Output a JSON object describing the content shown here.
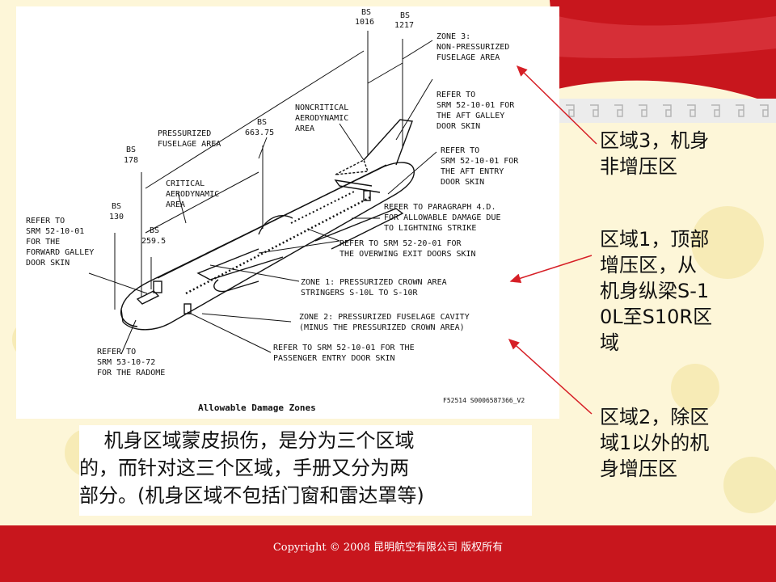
{
  "diagram": {
    "title": "Allowable Damage Zones",
    "figure_id": "F52514 S0006587366_V2",
    "labels": {
      "bs1016": [
        "BS",
        "1016"
      ],
      "bs1217": [
        "BS",
        "1217"
      ],
      "bs663": [
        "BS",
        "663.75"
      ],
      "bs178": [
        "BS",
        "178"
      ],
      "bs130": [
        "BS",
        "130"
      ],
      "bs259": [
        "BS",
        "259.5"
      ],
      "zone3": [
        "ZONE 3:",
        "NON-PRESSURIZED",
        "FUSELAGE AREA"
      ],
      "noncritical": [
        "NONCRITICAL",
        "AERODYNAMIC",
        "AREA"
      ],
      "pressurized": [
        "PRESSURIZED",
        "FUSELAGE AREA"
      ],
      "critical": [
        "CRITICAL",
        "AERODYNAMIC",
        "AREA"
      ],
      "aft_galley": [
        "REFER TO",
        "SRM 52-10-01 FOR",
        "THE AFT GALLEY",
        "DOOR SKIN"
      ],
      "aft_entry": [
        "REFER TO",
        "SRM 52-10-01 FOR",
        "THE AFT ENTRY",
        "DOOR SKIN"
      ],
      "lightning": [
        "REFER TO PARAGRAPH 4.D.",
        "FOR ALLOWABLE DAMAGE DUE",
        "TO LIGHTNING STRIKE"
      ],
      "overwing": [
        "REFER TO SRM 52-20-01 FOR",
        "THE OVERWING EXIT DOORS SKIN"
      ],
      "zone1": [
        "ZONE 1:  PRESSURIZED CROWN AREA",
        "STRINGERS S-10L TO S-10R"
      ],
      "zone2": [
        "ZONE 2:  PRESSURIZED FUSELAGE CAVITY",
        "(MINUS THE PRESSURIZED CROWN AREA)"
      ],
      "passenger": [
        "REFER TO SRM 52-10-01 FOR THE",
        "PASSENGER ENTRY DOOR SKIN"
      ],
      "fwd_galley": [
        "REFER TO",
        "SRM 52-10-01",
        "FOR THE",
        "FORWARD GALLEY",
        "DOOR SKIN"
      ],
      "radome": [
        "REFER TO",
        "SRM 53-10-72",
        "FOR THE RADOME"
      ]
    }
  },
  "callouts": {
    "zone3": "区域3，机身\n非增压区",
    "zone1": "区域1，顶部\n增压区，从\n机身纵梁S-1\n0L至S10R区\n域",
    "zone2": "区域2，除区\n域1以外的机\n身增压区"
  },
  "body_text": "    机身区域蒙皮损伤，是分为三个区域\n的，而针对这三个区域，手册又分为两\n部分。(机身区域不包括门窗和雷达罩等)",
  "footer": {
    "copyright": "Copyright  © 2008 昆明航空有限公司  版权所有"
  },
  "colors": {
    "accent_red": "#c8161d",
    "arrow_red": "#d61f26",
    "background_cream": "#fdf6d8"
  }
}
